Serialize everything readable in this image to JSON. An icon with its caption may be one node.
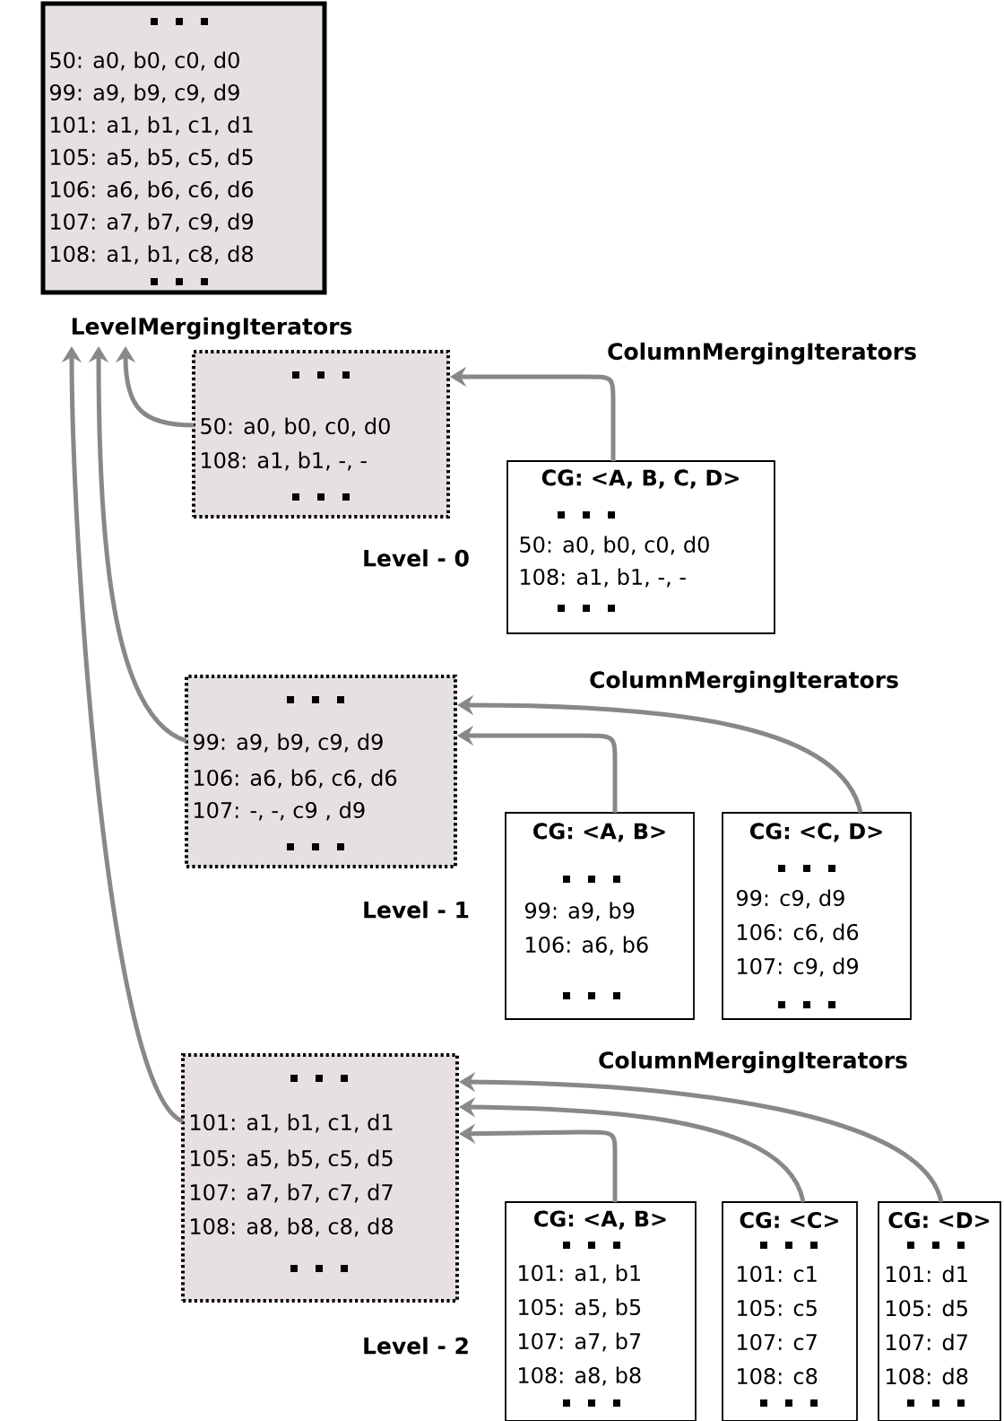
{
  "diagram": {
    "nodes": [
      {
        "text": [
          "50: a0, b0, c0, d0",
          "99: a9, b9, c9, d9",
          "101: a1, b1, c1, d1",
          "105: a5, b5, c5, d5",
          "106: a6, b6, c6, d6",
          "107: a7, b7, c9, d9",
          "108: a1, b1, c8, d8",
          "LevelMergingIterators"
        ]
      },
      {
        "text": [
          "50: a0, b0, c0, d0",
          "108: a1, b1, -, -"
        ]
      },
      {
        "text": [
          "CG: <A, B, C, D>",
          "50: a0, b0, c0, d0",
          "108: a1, b1, -, -"
        ]
      },
      {
        "text": [
          "99: a9, b9, c9, d9",
          "106: a6, b6, c6, d6",
          "107: -, -, c9 , d9"
        ]
      },
      {
        "text": [
          "CG: <A, B>",
          "99: a9, b9",
          "106: a6, b6"
        ]
      },
      {
        "text": [
          "CG: <C, D>",
          "99: c9, d9",
          "106: c6, d6",
          "107: c9, d9"
        ]
      },
      {
        "text": [
          "101: a1, b1, c1, d1",
          "105: a5, b5, c5, d5",
          "107: a7, b7, c7, d7",
          "108: a8, b8, c8, d8"
        ]
      },
      {
        "text": [
          "CG: <A, B>",
          "101: a1, b1",
          "105: a5, b5",
          "107: a7, b7",
          "108: a8, b8"
        ]
      },
      {
        "text": [
          "CG: <C>",
          "101: c1",
          "105: c5",
          "107: c7",
          "108: c8"
        ]
      },
      {
        "text": [
          "CG: <D>",
          "101: d1",
          "105: d5",
          "107: d7",
          "108: d8"
        ]
      }
    ],
    "edges": [
      {
        "from": 1,
        "to": 0,
        "arrow": "to"
      },
      {
        "from": 3,
        "to": 0,
        "arrow": "to"
      },
      {
        "from": 6,
        "to": 0,
        "arrow": "to"
      },
      {
        "from": 2,
        "to": 1,
        "arrow": "to"
      },
      {
        "from": 4,
        "to": 3,
        "arrow": "to"
      },
      {
        "from": 5,
        "to": 3,
        "arrow": "to"
      },
      {
        "from": 7,
        "to": 6,
        "arrow": "to"
      },
      {
        "from": 8,
        "to": 6,
        "arrow": "to"
      },
      {
        "from": 9,
        "to": 6,
        "arrow": "to"
      }
    ],
    "labels": [
      "ColumnMergingIterators",
      "Level - 0",
      "ColumnMergingIterators",
      "Level - 1",
      "ColumnMergingIterators",
      "Level - 2"
    ]
  }
}
